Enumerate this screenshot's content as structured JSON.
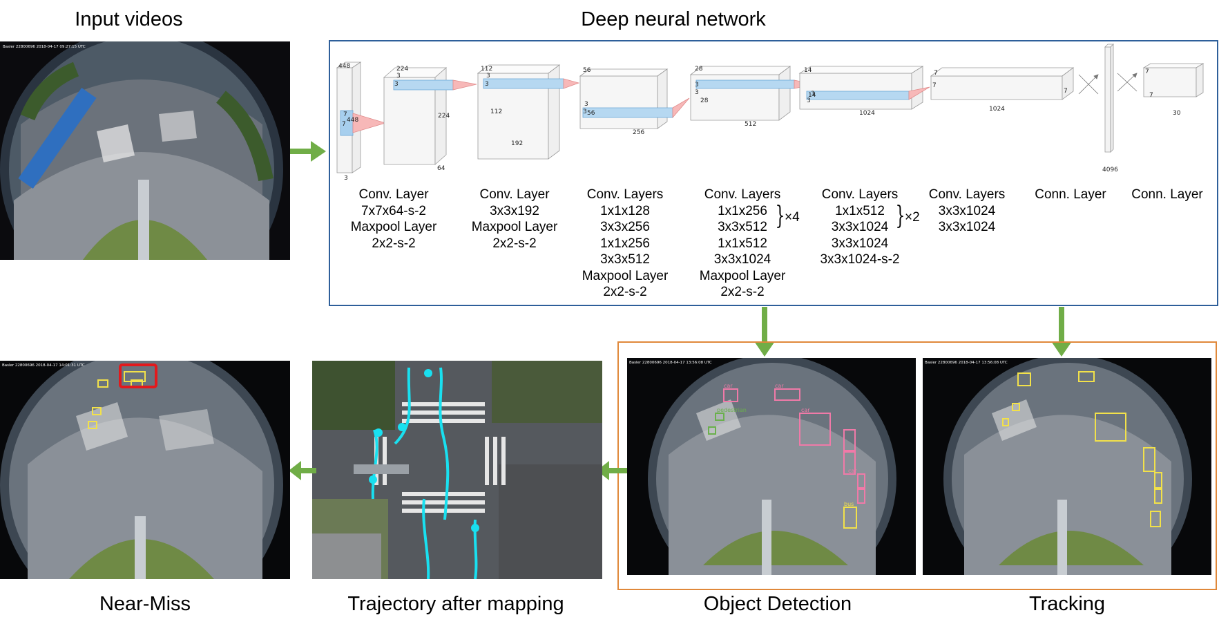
{
  "titles": {
    "input": "Input videos",
    "dnn": "Deep neural network",
    "near_miss": "Near-Miss",
    "trajectory": "Trajectory after mapping",
    "detection": "Object Detection",
    "tracking": "Tracking"
  },
  "colors": {
    "dnn_border": "#2e5f9a",
    "group_border": "#e0883a",
    "arrow": "#70ad47",
    "detect_box": "#f07aa8",
    "track_box": "#f2e14a",
    "near_miss_box": "#e3191c",
    "trajectory": "#19e0f0"
  },
  "layers": [
    {
      "lines": [
        "Conv. Layer",
        "7x7x64-s-2",
        "Maxpool Layer",
        "2x2-s-2"
      ]
    },
    {
      "lines": [
        "Conv. Layer",
        "3x3x192",
        "Maxpool Layer",
        "2x2-s-2"
      ]
    },
    {
      "lines": [
        "Conv. Layers",
        "1x1x128",
        "3x3x256",
        "1x1x256",
        "3x3x512",
        "Maxpool Layer",
        "2x2-s-2"
      ]
    },
    {
      "lines": [
        "Conv. Layers",
        "1x1x256",
        "3x3x512",
        "1x1x512",
        "3x3x1024",
        "Maxpool Layer",
        "2x2-s-2"
      ],
      "multiplier": "×4"
    },
    {
      "lines": [
        "Conv. Layers",
        "1x1x512",
        "3x3x1024",
        "3x3x1024",
        "3x3x1024-s-2"
      ],
      "multiplier": "×2"
    },
    {
      "lines": [
        "Conv. Layers",
        "3x3x1024",
        "3x3x1024"
      ]
    },
    {
      "lines": [
        "Conn. Layer"
      ]
    },
    {
      "lines": [
        "Conn. Layer"
      ]
    }
  ],
  "volume_labels": {
    "v1": [
      "448",
      "448",
      "3",
      "7",
      "7"
    ],
    "v2": [
      "224",
      "224",
      "64",
      "3",
      "3"
    ],
    "v3": [
      "112",
      "112",
      "192",
      "3",
      "3"
    ],
    "v4": [
      "56",
      "56",
      "256",
      "3",
      "3"
    ],
    "v5": [
      "28",
      "28",
      "512",
      "3",
      "3"
    ],
    "v6": [
      "14",
      "14",
      "1024",
      "3",
      "3"
    ],
    "v7": [
      "7",
      "7",
      "1024",
      "7"
    ],
    "fc1": [
      "4096"
    ],
    "fc2": [
      "7",
      "7",
      "30"
    ]
  },
  "detection_labels": [
    "car",
    "car",
    "car",
    "pedestrian",
    "car",
    "bus"
  ],
  "video_timestamps": {
    "input": "Basler 22800696 2018-04-17 09:27:15 UTC",
    "near_miss": "Basler 22800696 2018-04-17 14:01:31 UTC",
    "detection": "Basler 22800696 2018-04-17 13:56:08 UTC",
    "tracking": "Basler 22800696 2018-04-17 13:56:08 UTC"
  }
}
